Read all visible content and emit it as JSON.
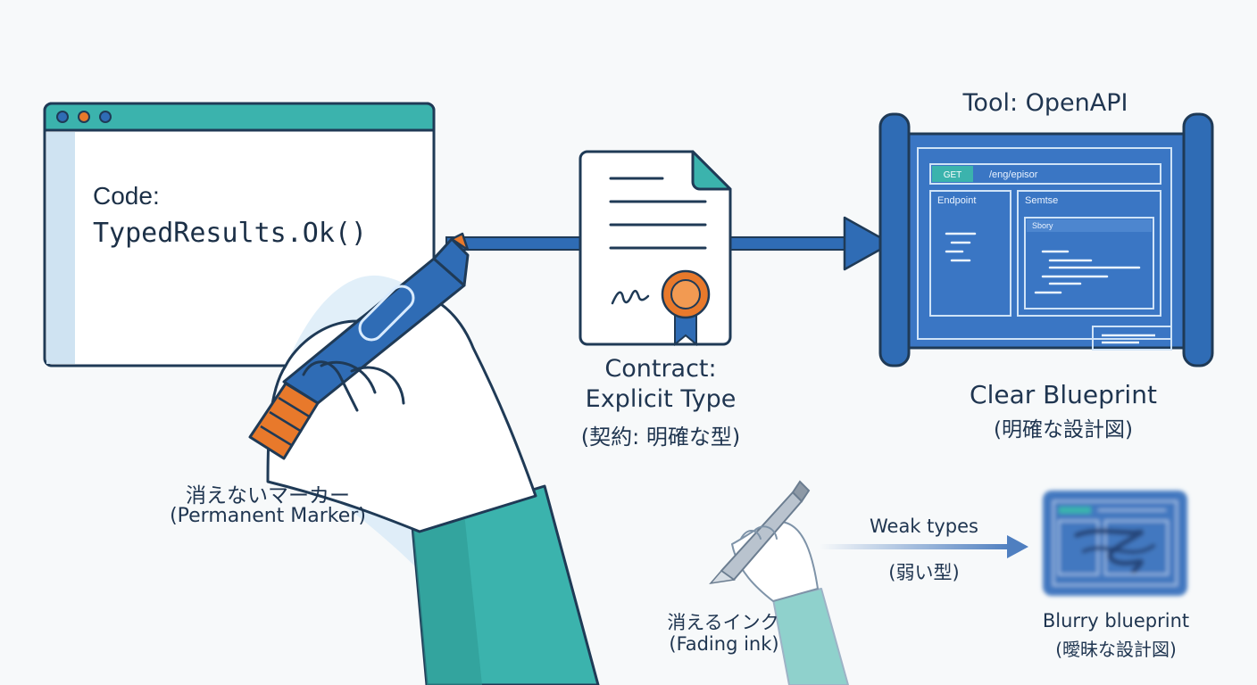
{
  "code_window": {
    "label": "Code:",
    "code": "TypedResults.Ok()"
  },
  "marker": {
    "label_ja": "消えないマーカー",
    "label_en": "(Permanent Marker)"
  },
  "contract": {
    "title": "Contract:",
    "subtitle": "Explicit Type",
    "label_ja": "(契約: 明確な型)"
  },
  "blueprint": {
    "tool_label": "Tool: OpenAPI",
    "method": "GET",
    "path": "/eng/episor",
    "panel_left": "Endpoint",
    "panel_right": "Semtse",
    "panel_inner": "Sbory",
    "label": "Clear Blueprint",
    "label_ja": "(明確な設計図)"
  },
  "weak": {
    "label": "Weak types",
    "label_ja": "(弱い型)",
    "pen_label_ja": "消えるインク",
    "pen_label_en": "(Fading ink)",
    "blurry_label": "Blurry blueprint",
    "blurry_label_ja": "(曖昧な設計図)"
  },
  "colors": {
    "teal": "#3bb3ad",
    "blue": "#2f6cb5",
    "orange": "#e8792b",
    "ink": "#1f3550"
  }
}
